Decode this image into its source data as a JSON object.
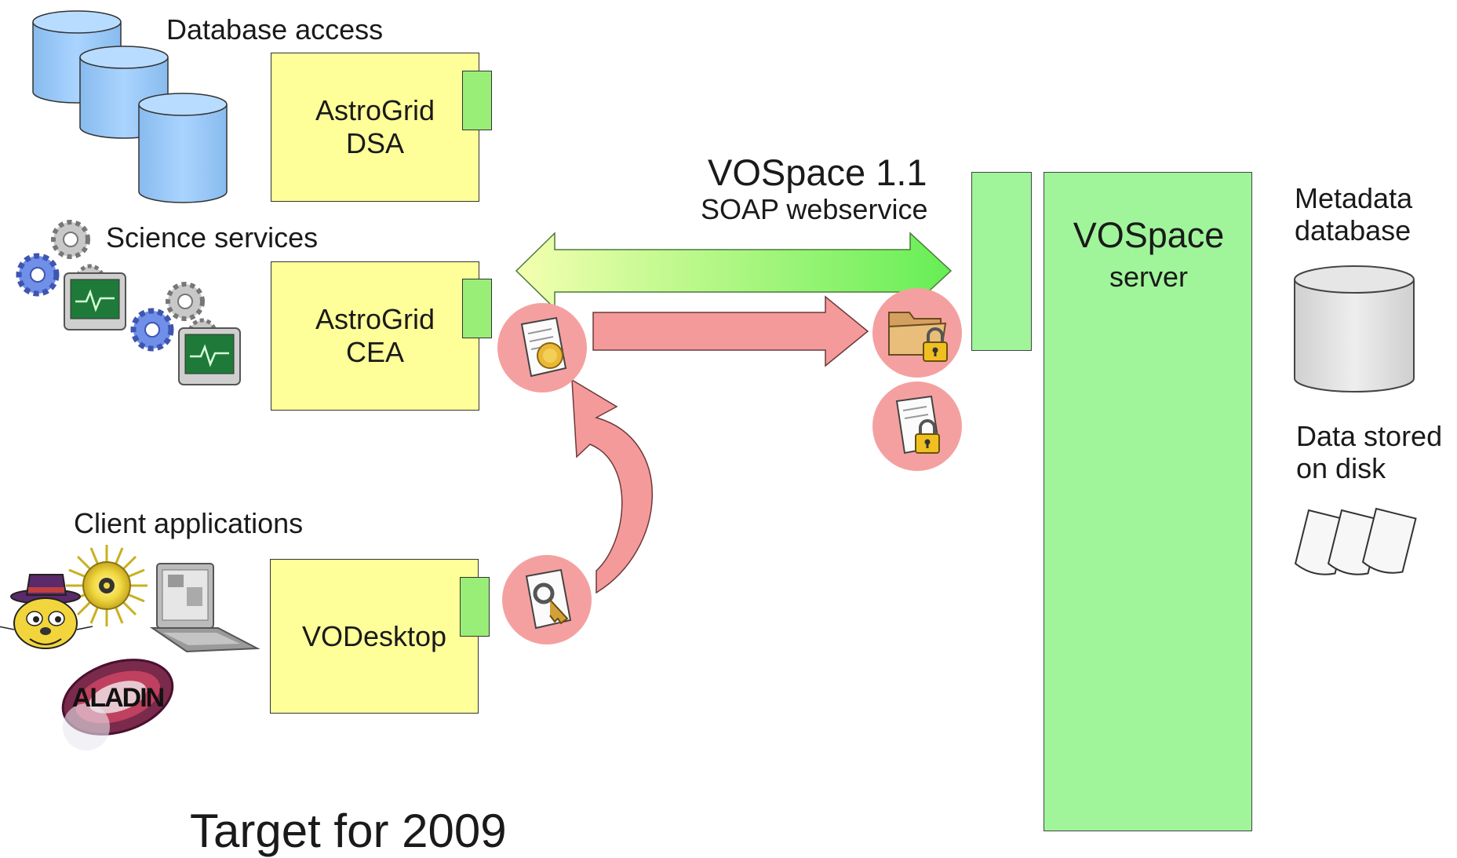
{
  "labels": {
    "database_access": "Database access",
    "science_services": "Science services",
    "client_applications": "Client applications",
    "metadata_line1": "Metadata",
    "metadata_line2": "database",
    "datastored_line1": "Data stored",
    "datastored_line2": "on disk",
    "protocol_title": "VOSpace 1.1",
    "protocol_subtitle": "SOAP webservice",
    "bottom_text": "Target for 2009"
  },
  "components": {
    "dsa": {
      "line1": "AstroGrid",
      "line2": "DSA"
    },
    "cea": {
      "line1": "AstroGrid",
      "line2": "CEA"
    },
    "vodesktop": {
      "line1": "VODesktop"
    },
    "vospace": {
      "line1": "VOSpace",
      "line2": "server"
    }
  },
  "logos": {
    "aladin": "ALADIN"
  },
  "colors": {
    "component_fill": "#ffff99",
    "port_fill": "#99ee77",
    "server_fill": "#a0f59a",
    "credential_circle": "#f5a0a0",
    "delegation_arrow": "#f59a9a",
    "soap_arrow_start": "#f4ffb0",
    "soap_arrow_end": "#66ee55",
    "database_blue": "#99ccff",
    "database_grey": "#dddddd"
  },
  "icons": {
    "databases": "database-icon",
    "science": "gear-monitor-icon",
    "credential_cert": "certificate-icon",
    "credential_key": "key-document-icon",
    "locked_folder": "locked-folder-icon",
    "locked_document": "locked-document-icon",
    "files": "document-stack-icon"
  }
}
